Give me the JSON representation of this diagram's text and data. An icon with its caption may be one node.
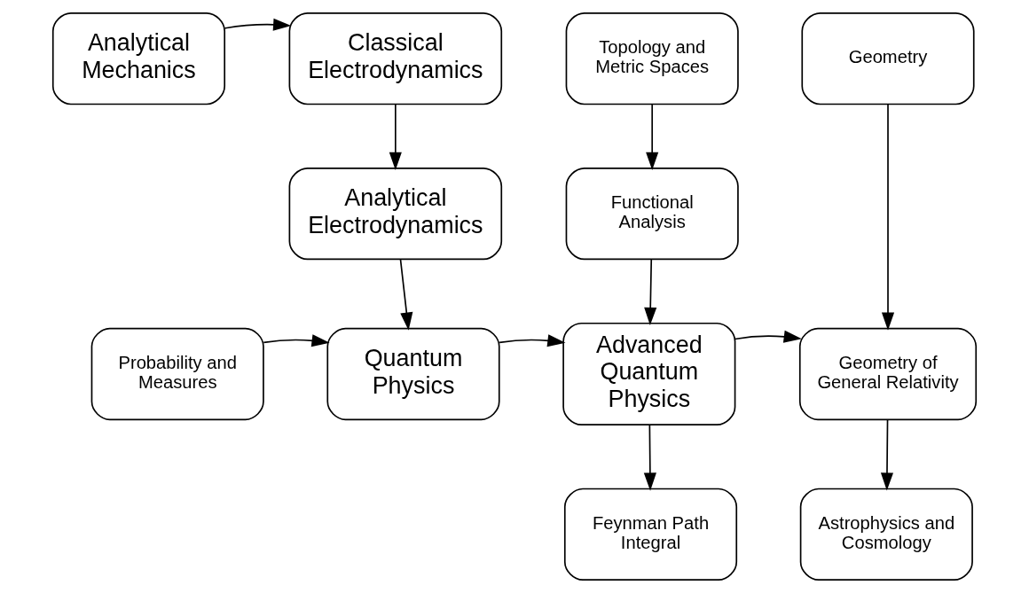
{
  "diagram": {
    "nodes": [
      {
        "text": [
          "Analytical Mechanics"
        ]
      },
      {
        "text": [
          "Classical Electrodynamics"
        ]
      },
      {
        "text": [
          "Topology and Metric Spaces"
        ]
      },
      {
        "text": [
          "Geometry"
        ]
      },
      {
        "text": [
          "Analytical Electrodynamics"
        ]
      },
      {
        "text": [
          "Functional Analysis"
        ]
      },
      {
        "text": [
          "Probability and Measures"
        ]
      },
      {
        "text": [
          "Quantum Physics"
        ]
      },
      {
        "text": [
          "Advanced Quantum Physics"
        ]
      },
      {
        "text": [
          "Geometry of General Relativity"
        ]
      },
      {
        "text": [
          "Feynman Path Integral"
        ]
      },
      {
        "text": [
          "Astrophysics and Cosmology"
        ]
      }
    ],
    "edges": [
      {
        "from": 0,
        "to": 1,
        "arrow": "to"
      },
      {
        "from": 1,
        "to": 4,
        "arrow": "to"
      },
      {
        "from": 2,
        "to": 5,
        "arrow": "to"
      },
      {
        "from": 3,
        "to": 9,
        "arrow": "to"
      },
      {
        "from": 4,
        "to": 7,
        "arrow": "to"
      },
      {
        "from": 5,
        "to": 8,
        "arrow": "to"
      },
      {
        "from": 6,
        "to": 7,
        "arrow": "to"
      },
      {
        "from": 7,
        "to": 8,
        "arrow": "to"
      },
      {
        "from": 8,
        "to": 9,
        "arrow": "to"
      },
      {
        "from": 8,
        "to": 10,
        "arrow": "to"
      },
      {
        "from": 9,
        "to": 11,
        "arrow": "to"
      }
    ]
  }
}
